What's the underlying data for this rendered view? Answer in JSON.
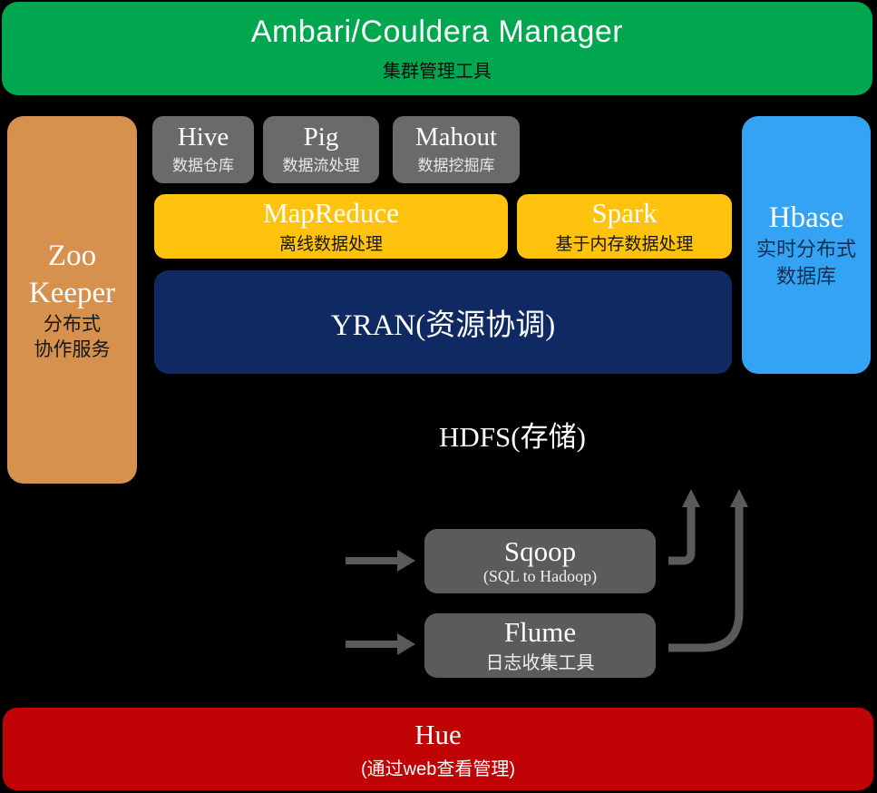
{
  "colors": {
    "background": "#000000",
    "manager_green": "#00A74E",
    "zookeeper_orange": "#D7914F",
    "tool_gray": "#6A6A6A",
    "ingest_gray": "#5B5B5B",
    "compute_yellow": "#FFC20D",
    "yarn_navy": "#0F2A62",
    "hbase_blue": "#34A3F4",
    "hue_red": "#C00405",
    "arrow_gray": "#5A5A5A"
  },
  "ambari": {
    "label": "Ambari/Couldera Manager",
    "sublabel": "集群管理工具"
  },
  "zookeeper": {
    "line1": "Zoo",
    "line2": "Keeper",
    "sub1": "分布式",
    "sub2": "协作服务"
  },
  "tools": [
    {
      "label": "Hive",
      "sublabel": "数据仓库"
    },
    {
      "label": "Pig",
      "sublabel": "数据流处理"
    },
    {
      "label": "Mahout",
      "sublabel": "数据挖掘库"
    }
  ],
  "compute": [
    {
      "label": "MapReduce",
      "sublabel": "离线数据处理"
    },
    {
      "label": "Spark",
      "sublabel": "基于内存数据处理"
    }
  ],
  "yarn": {
    "label": "YRAN(资源协调)"
  },
  "hbase": {
    "label": "Hbase",
    "sub1": "实时分布式",
    "sub2": "数据库"
  },
  "hdfs": {
    "label": "HDFS(存储)"
  },
  "ingestion": [
    {
      "label": "Sqoop",
      "sublabel": "(SQL to Hadoop)"
    },
    {
      "label": "Flume",
      "sublabel": "日志收集工具"
    }
  ],
  "hue": {
    "label": "Hue",
    "sublabel": "(通过web查看管理)"
  }
}
